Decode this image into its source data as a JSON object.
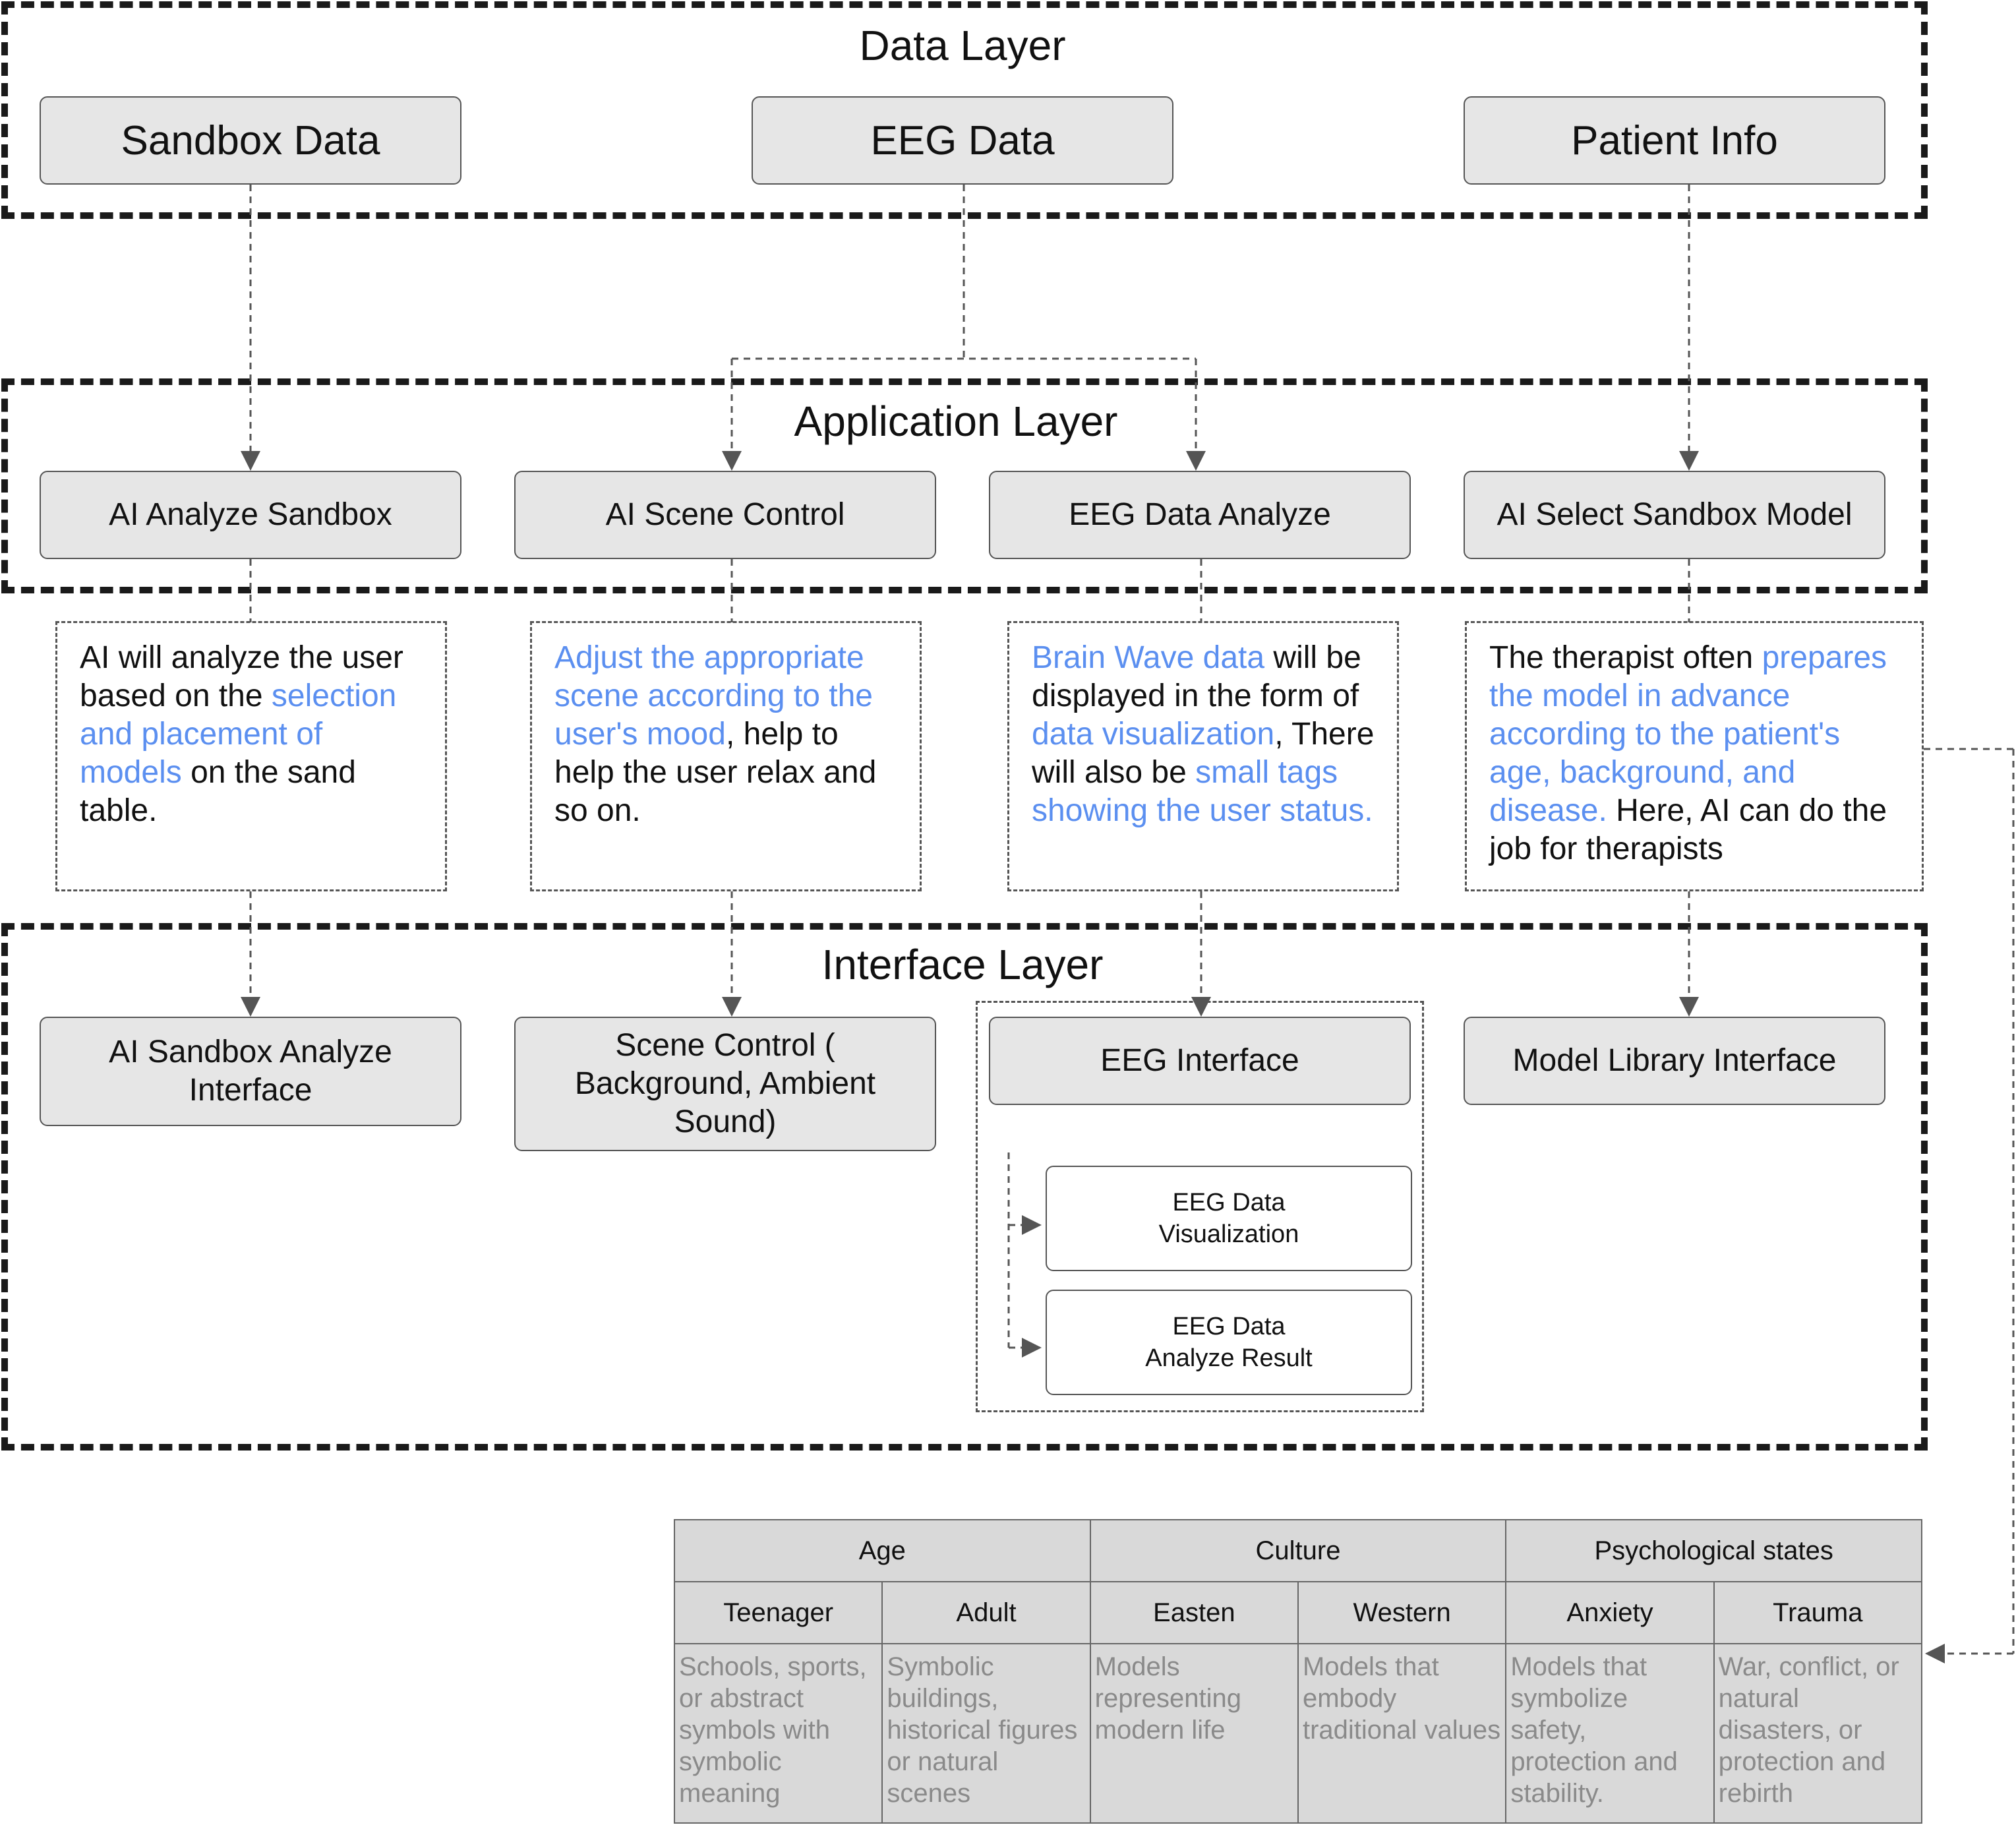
{
  "data_layer": {
    "title": "Data Layer",
    "sandbox_data": "Sandbox Data",
    "eeg_data": "EEG Data",
    "patient_info": "Patient Info"
  },
  "application_layer": {
    "title": "Application Layer",
    "ai_analyze_sandbox": "AI Analyze Sandbox",
    "ai_scene_control": "AI Scene Control",
    "eeg_data_analyze": "EEG Data Analyze",
    "ai_select_model": "AI Select Sandbox Model"
  },
  "notes": {
    "analyze": [
      "AI will analyze the user based on the ",
      "selection and placement of models",
      " on the sand table."
    ],
    "scene": [
      "Adjust the appropriate scene according to the user's mood",
      ", help to help the user relax and so on."
    ],
    "eeg": [
      "Brain Wave data",
      " will be displayed in the form of ",
      "data visualization",
      ", There will also be ",
      "small tags showing the user status."
    ],
    "model": [
      "The therapist often ",
      "prepares the model in advance according to the patient's age, background, and disease.",
      " Here, AI can do the job for therapists"
    ]
  },
  "interface_layer": {
    "title": "Interface Layer",
    "sandbox_interface": "AI Sandbox Analyze Interface",
    "scene_control": "Scene Control ( Background, Ambient Sound)",
    "eeg_interface": "EEG Interface",
    "eeg_visualization": "EEG Data Visualization",
    "eeg_result": "EEG Data Analyze Result",
    "model_library": "Model Library Interface"
  },
  "table": {
    "groups": [
      "Age",
      "Culture",
      "Psychological states"
    ],
    "columns": [
      "Teenager",
      "Adult",
      "Easten",
      "Western",
      "Anxiety",
      "Trauma"
    ],
    "cells": [
      "Schools, sports, or abstract symbols with symbolic meaning",
      "Symbolic buildings, historical figures or natural scenes",
      "Models representing modern life",
      "Models that embody traditional values",
      "Models that symbolize safety, protection and stability.",
      "War, conflict, or natural disasters, or protection and rebirth"
    ]
  },
  "colors": {
    "highlight": "#5b8ff0",
    "box_fill": "#e6e6e6",
    "table_fill": "#d9d9d9"
  }
}
